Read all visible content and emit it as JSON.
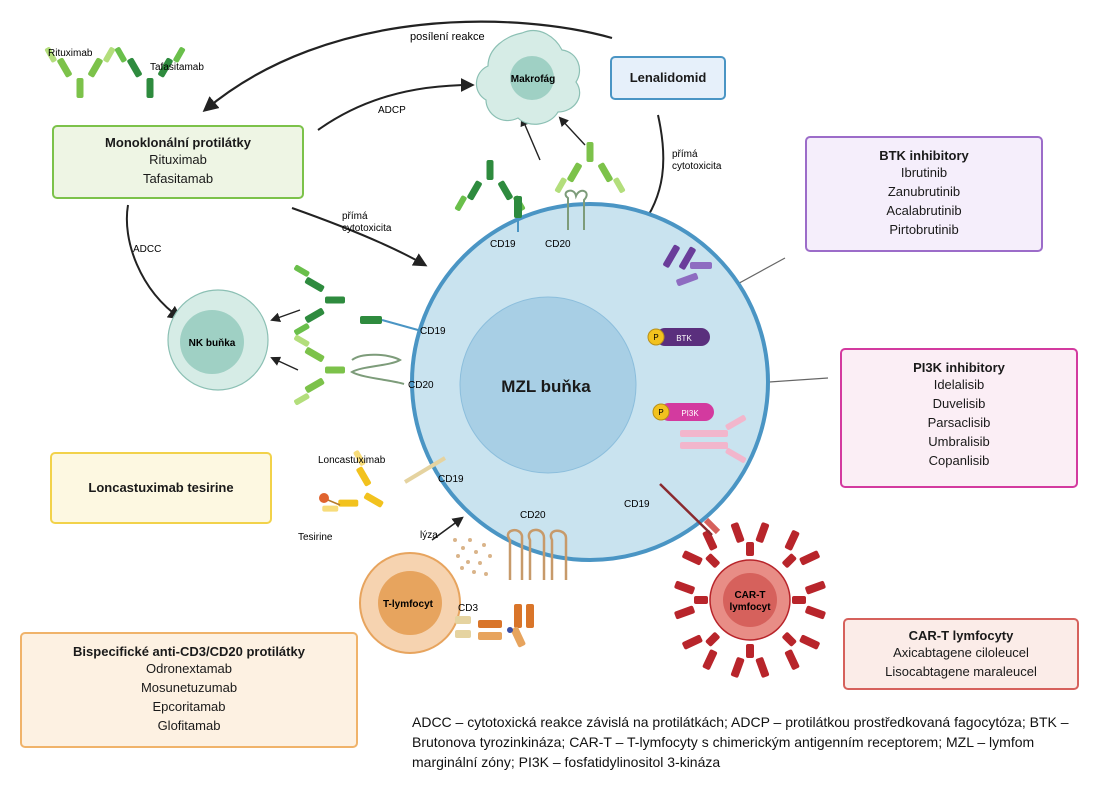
{
  "cells": {
    "mzl": "MZL buňka",
    "macrophage": "Makrofág",
    "nk": "NK buňka",
    "t_cell": "T-lymfocyt",
    "car_t_line1": "CAR-T",
    "car_t_line2": "lymfocyt"
  },
  "drugs": {
    "rituximab": "Rituximab",
    "tafasitamab": "Tafasitamab",
    "loncastuximab": "Loncastuximab",
    "tesirine": "Tesirine"
  },
  "receptors": {
    "cd19": "CD19",
    "cd20": "CD20",
    "cd3": "CD3",
    "btk": "BTK",
    "pi3k": "PI3K",
    "p": "P"
  },
  "arrows": {
    "posileni_reakce": "posílení reakce",
    "adcp": "ADCP",
    "adcc": "ADCC",
    "prima_cytotoxicita_line1": "přímá",
    "prima_cytotoxicita_line2": "cytotoxicita",
    "lyza": "lýza"
  },
  "boxes": {
    "monoclonal": {
      "title": "Monoklonální protilátky",
      "items": [
        "Rituximab",
        "Tafasitamab"
      ]
    },
    "lenalidomid": {
      "title": "Lenalidomid"
    },
    "btk": {
      "title": "BTK inhibitory",
      "items": [
        "Ibrutinib",
        "Zanubrutinib",
        "Acalabrutinib",
        "Pirtobrutinib"
      ]
    },
    "pi3k": {
      "title": "PI3K inhibitory",
      "items": [
        "Idelalisib",
        "Duvelisib",
        "Parsaclisib",
        "Umbralisib",
        "Copanlisib"
      ]
    },
    "loncastuximab": {
      "title": "Loncastuximab tesirine"
    },
    "bispecific": {
      "title": "Bispecifické anti-CD3/CD20 protilátky",
      "items": [
        "Odronextamab",
        "Mosunetuzumab",
        "Epcoritamab",
        "Glofitamab"
      ]
    },
    "cart": {
      "title": "CAR-T lymfocyty",
      "items": [
        "Axicabtagene ciloleucel",
        "Lisocabtagene maraleucel"
      ]
    }
  },
  "legend": "ADCC – cytotoxická reakce závislá na protilátkách; ADCP – protilátkou prostředkovaná fagocytóza; BTK – Brutonova tyrozinkináza; CAR-T – T-lymfocyty s chimerickým antigen­ním receptorem; MZL – lymfom marginální zóny; PI3K – fosfatidylinositol 3-kináza",
  "colors": {
    "mzl_fill": "#c9e3ef",
    "mzl_border": "#4a95c4",
    "mzl_nucleus": "#a8cfe5",
    "antibody_green_dark": "#2e8b3e",
    "antibody_green_light": "#8cc84b",
    "btk_purple": "#6a3d9a",
    "pi3k_pink": "#d33a9f",
    "cart_red": "#b8252b",
    "tcell_orange": "#e7a45e",
    "loncast_yellow": "#f2c21e"
  }
}
